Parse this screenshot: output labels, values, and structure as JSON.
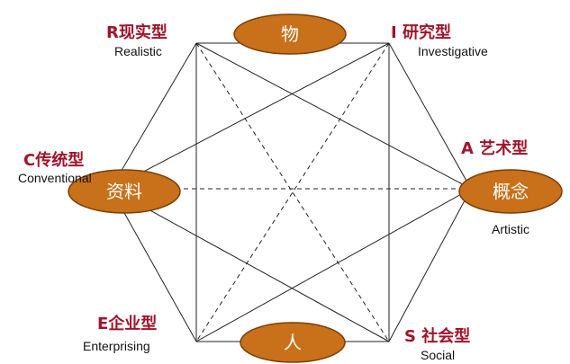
{
  "diagram": {
    "title": "",
    "types": {
      "R": {
        "title": "R现实型",
        "subtitle": "Realistic"
      },
      "I": {
        "title": "I 研究型",
        "subtitle": "Investigative"
      },
      "A": {
        "title": "A 艺术型",
        "subtitle": "Artistic"
      },
      "S": {
        "title": "S 社会型",
        "subtitle": "Social"
      },
      "E": {
        "title": "E企业型",
        "subtitle": "Enterprising"
      },
      "C": {
        "title": "C传统型",
        "subtitle": "Conventional"
      }
    },
    "ovals": {
      "top": "物",
      "right": "概念",
      "bottom": "人",
      "left": "资料"
    },
    "colors": {
      "oval_fill": "#c8701a",
      "oval_stroke": "#7a3f08",
      "type_title": "#a0142b",
      "lines": "#222222"
    }
  }
}
